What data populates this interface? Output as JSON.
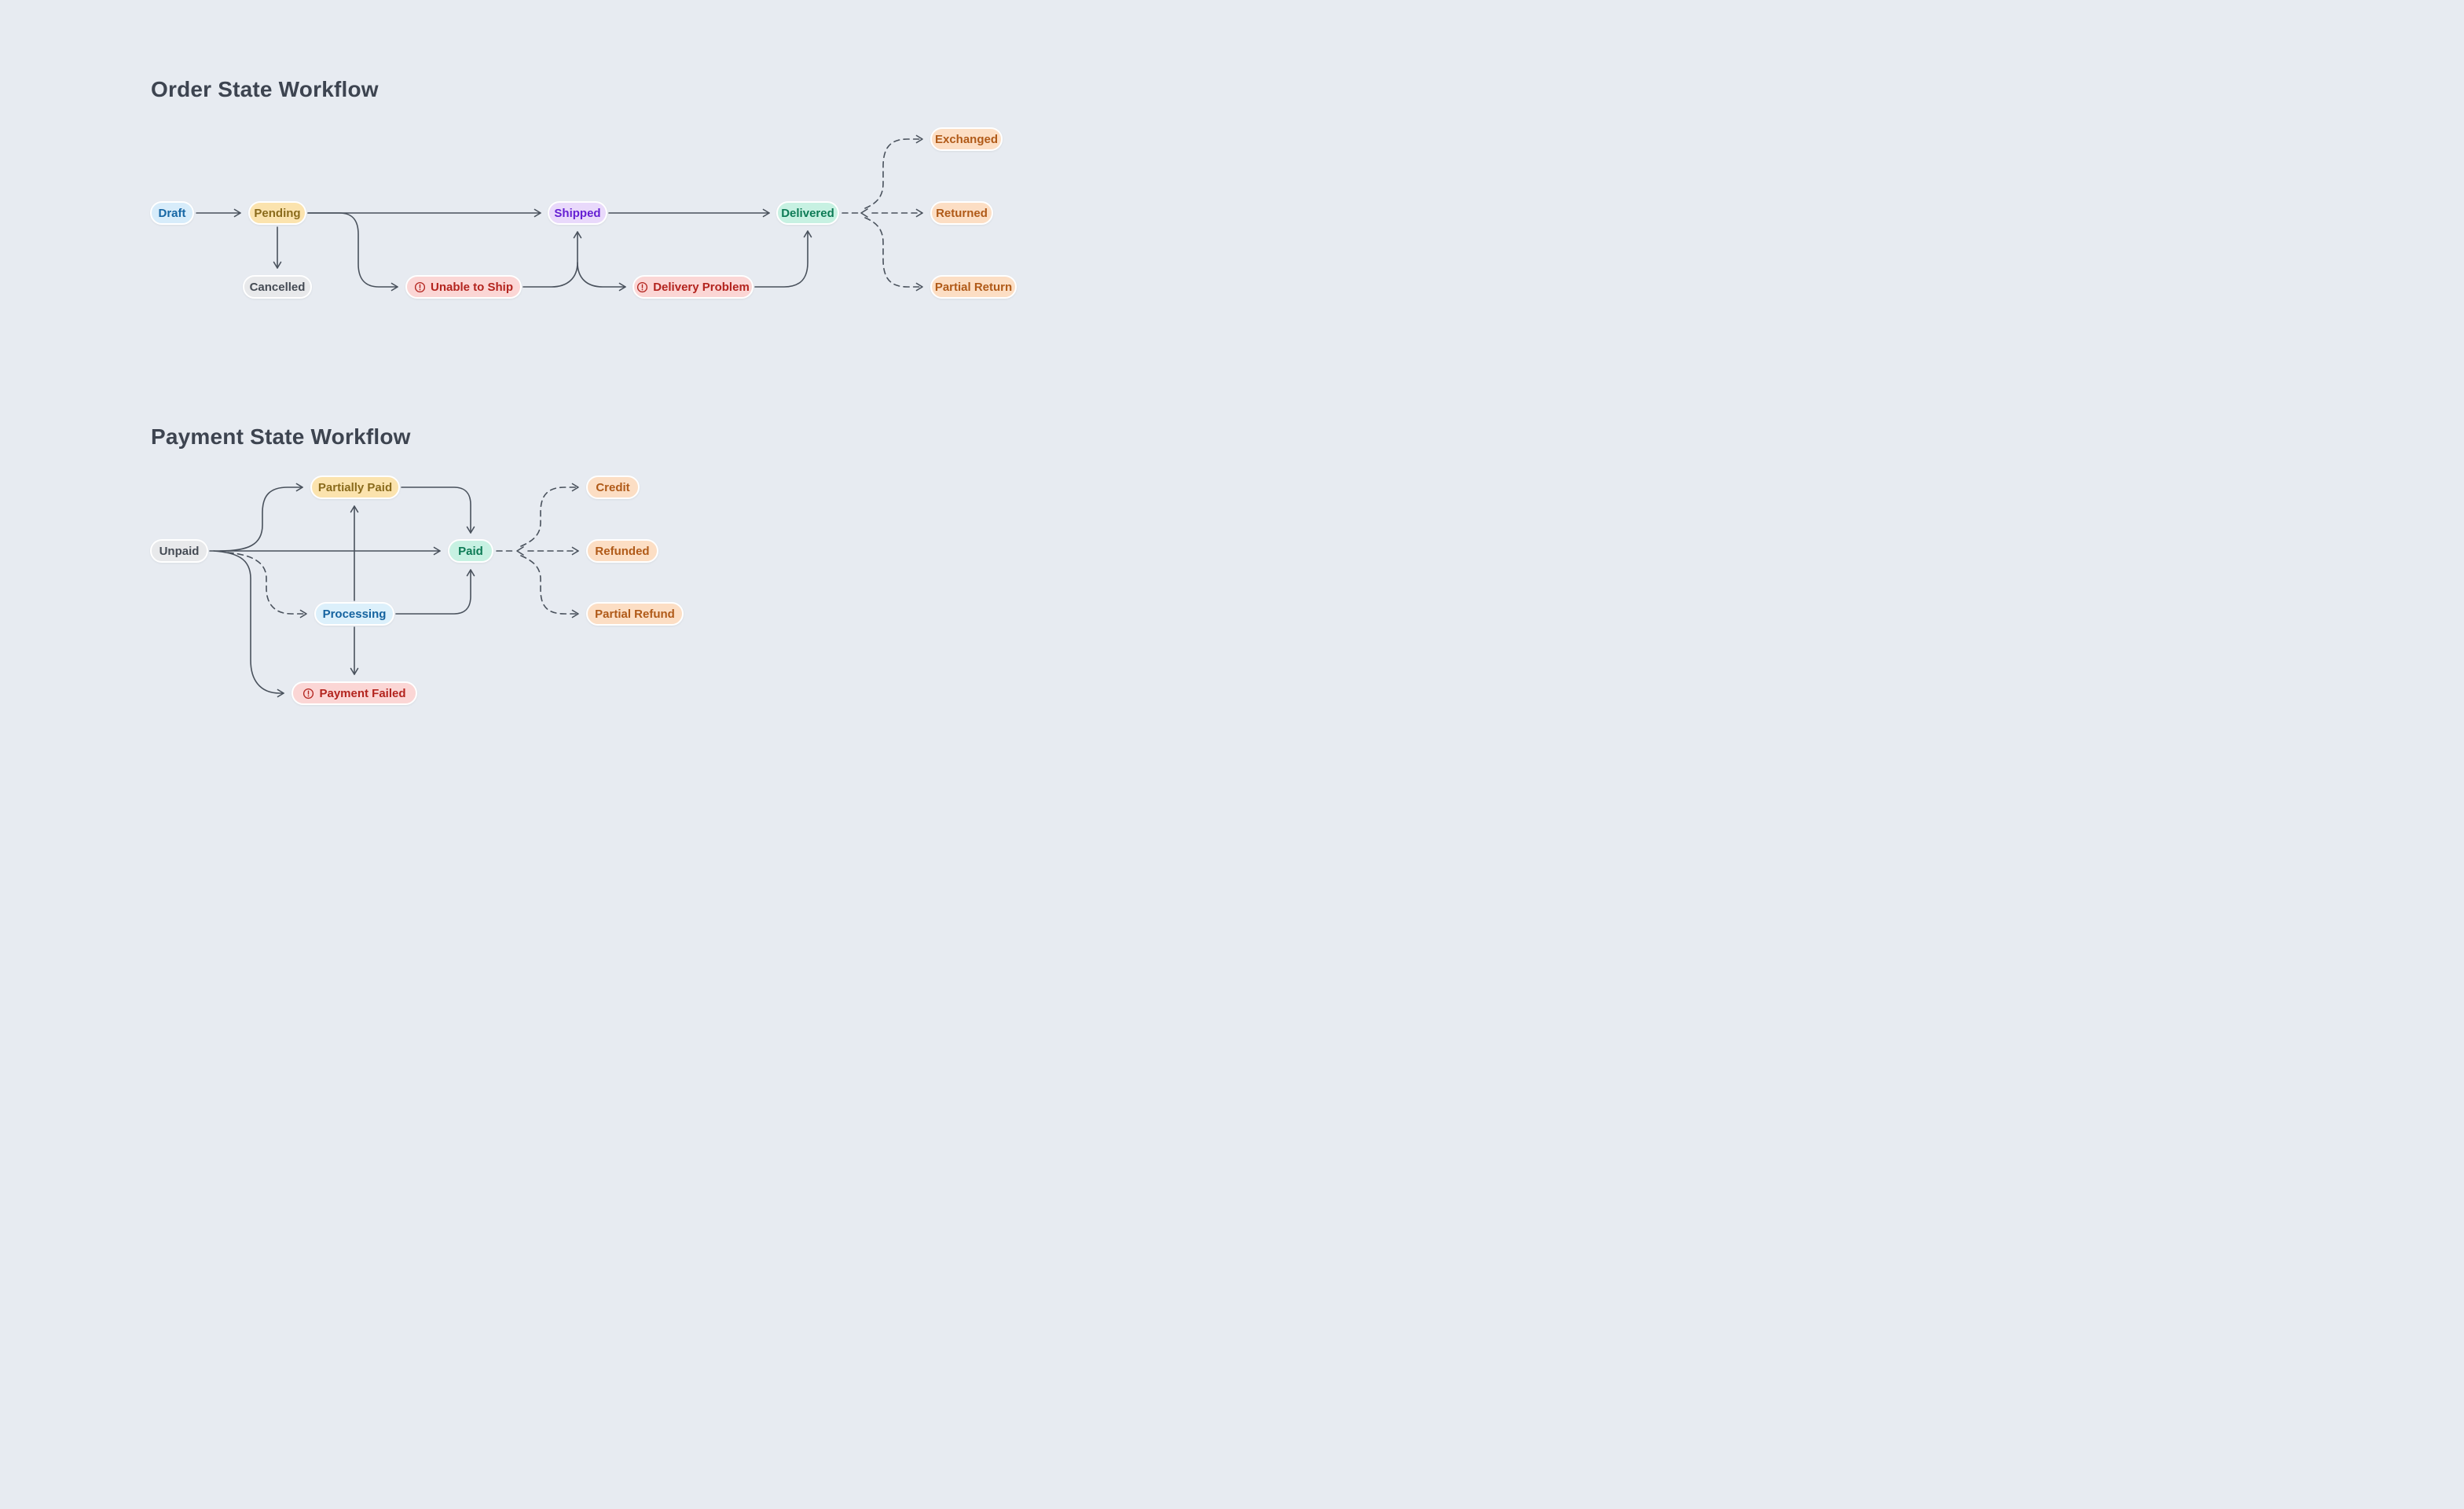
{
  "page": {
    "background": "#e7ebf1"
  },
  "colors": {
    "edge": "#49515c",
    "node_border": "#ffffff",
    "blue_bg": "#d7ecfa",
    "blue_text": "#1667a5",
    "amber_bg": "#fbe3ae",
    "amber_text": "#8a6b1c",
    "gray_bg": "#e8e9eb",
    "gray_text": "#454b54",
    "red_bg": "#fbd6d5",
    "red_text": "#b3241e",
    "purple_bg": "#e9d9fb",
    "purple_text": "#651fd3",
    "green_bg": "#c7f1e2",
    "green_text": "#0d7b55",
    "lightblue_bg": "#dcf0fb",
    "lightblue_text": "#15639f",
    "orange_bg": "#fcdec4",
    "orange_text": "#b05a18"
  },
  "diagrams": [
    {
      "title": "Order State Workflow",
      "nodes": [
        {
          "id": "draft",
          "label": "Draft",
          "variant": "blue",
          "icon": false
        },
        {
          "id": "pending",
          "label": "Pending",
          "variant": "amber",
          "icon": false
        },
        {
          "id": "cancelled",
          "label": "Cancelled",
          "variant": "gray",
          "icon": false
        },
        {
          "id": "unable_to_ship",
          "label": "Unable to Ship",
          "variant": "red",
          "icon": true
        },
        {
          "id": "shipped",
          "label": "Shipped",
          "variant": "purple",
          "icon": false
        },
        {
          "id": "delivery_problem",
          "label": "Delivery Problem",
          "variant": "red",
          "icon": true
        },
        {
          "id": "delivered",
          "label": "Delivered",
          "variant": "green",
          "icon": false
        },
        {
          "id": "exchanged",
          "label": "Exchanged",
          "variant": "orange",
          "icon": false
        },
        {
          "id": "returned",
          "label": "Returned",
          "variant": "orange",
          "icon": false
        },
        {
          "id": "partial_return",
          "label": "Partial Return",
          "variant": "orange",
          "icon": false
        }
      ],
      "edges": [
        {
          "from": "draft",
          "to": "pending",
          "style": "solid"
        },
        {
          "from": "pending",
          "to": "cancelled",
          "style": "solid"
        },
        {
          "from": "pending",
          "to": "shipped",
          "style": "solid"
        },
        {
          "from": "pending",
          "to": "unable_to_ship",
          "style": "solid"
        },
        {
          "from": "unable_to_ship",
          "to": "shipped",
          "style": "solid"
        },
        {
          "from": "unable_to_ship",
          "to": "delivery_problem",
          "style": "solid"
        },
        {
          "from": "delivery_problem",
          "to": "delivered",
          "style": "solid"
        },
        {
          "from": "shipped",
          "to": "delivered",
          "style": "solid"
        },
        {
          "from": "delivered",
          "to": "exchanged",
          "style": "dashed",
          "bidirectional": true
        },
        {
          "from": "delivered",
          "to": "returned",
          "style": "dashed",
          "bidirectional": true
        },
        {
          "from": "delivered",
          "to": "partial_return",
          "style": "dashed",
          "bidirectional": true
        }
      ]
    },
    {
      "title": "Payment State Workflow",
      "nodes": [
        {
          "id": "unpaid",
          "label": "Unpaid",
          "variant": "gray",
          "icon": false
        },
        {
          "id": "partially_paid",
          "label": "Partially Paid",
          "variant": "amber",
          "icon": false
        },
        {
          "id": "paid",
          "label": "Paid",
          "variant": "green",
          "icon": false
        },
        {
          "id": "processing",
          "label": "Processing",
          "variant": "lightblue",
          "icon": false
        },
        {
          "id": "payment_failed",
          "label": "Payment Failed",
          "variant": "red",
          "icon": true
        },
        {
          "id": "credit",
          "label": "Credit",
          "variant": "orange",
          "icon": false
        },
        {
          "id": "refunded",
          "label": "Refunded",
          "variant": "orange",
          "icon": false
        },
        {
          "id": "partial_refund",
          "label": "Partial Refund",
          "variant": "orange",
          "icon": false
        }
      ],
      "edges": [
        {
          "from": "unpaid",
          "to": "paid",
          "style": "solid"
        },
        {
          "from": "unpaid",
          "to": "partially_paid",
          "style": "solid"
        },
        {
          "from": "unpaid",
          "to": "processing",
          "style": "dashed"
        },
        {
          "from": "unpaid",
          "to": "payment_failed",
          "style": "solid"
        },
        {
          "from": "partially_paid",
          "to": "paid",
          "style": "solid"
        },
        {
          "from": "processing",
          "to": "paid",
          "style": "solid"
        },
        {
          "from": "processing",
          "to": "partially_paid",
          "style": "solid"
        },
        {
          "from": "processing",
          "to": "payment_failed",
          "style": "solid"
        },
        {
          "from": "paid",
          "to": "credit",
          "style": "dashed",
          "bidirectional": true
        },
        {
          "from": "paid",
          "to": "refunded",
          "style": "dashed",
          "bidirectional": true
        },
        {
          "from": "paid",
          "to": "partial_refund",
          "style": "dashed",
          "bidirectional": true
        }
      ]
    }
  ]
}
